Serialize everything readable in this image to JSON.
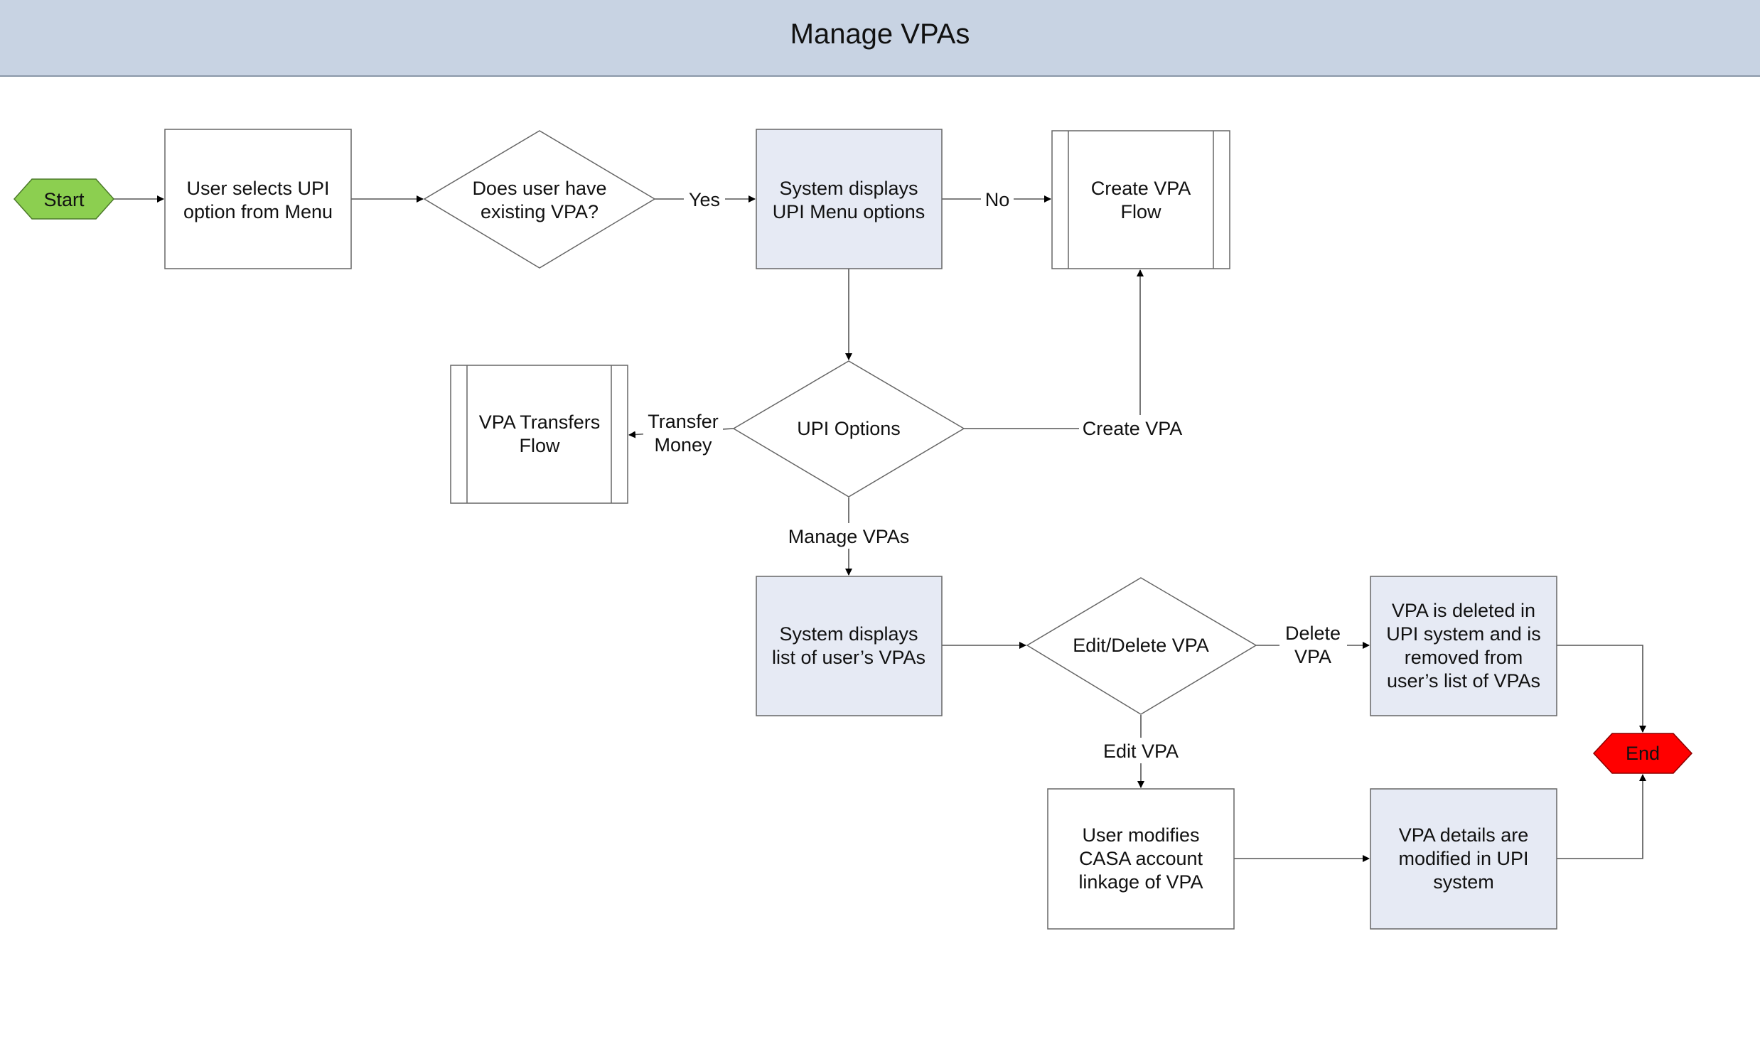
{
  "title": "Manage VPAs",
  "colors": {
    "header_bg": "#c8d3e3",
    "process_fill": "#e6eaf4",
    "start": "#8ccf50",
    "end": "#ff0000"
  },
  "nodes": {
    "start": "Start",
    "select_upi": [
      "User selects UPI",
      "option from Menu"
    ],
    "has_vpa": [
      "Does user have",
      "existing VPA?"
    ],
    "display_menu": [
      "System displays",
      "UPI Menu options"
    ],
    "create_flow": [
      "Create VPA",
      "Flow"
    ],
    "upi_options": "UPI Options",
    "transfers_flow": [
      "VPA Transfers",
      "Flow"
    ],
    "list_vpas": [
      "System displays",
      "list of user’s VPAs"
    ],
    "edit_delete": "Edit/Delete VPA",
    "deleted": [
      "VPA is deleted  in",
      "UPI system and is",
      "removed from",
      "user’s list of VPAs"
    ],
    "user_modifies": [
      "User modifies",
      "CASA account",
      "linkage of VPA"
    ],
    "modified": [
      "VPA details are",
      "modified in UPI",
      "system"
    ],
    "end": "End"
  },
  "edge_labels": {
    "yes": "Yes",
    "no": "No",
    "transfer_money": [
      "Transfer",
      "Money"
    ],
    "create_vpa": "Create VPA",
    "manage_vpas": "Manage VPAs",
    "delete_vpa": [
      "Delete",
      "VPA"
    ],
    "edit_vpa": "Edit VPA"
  }
}
